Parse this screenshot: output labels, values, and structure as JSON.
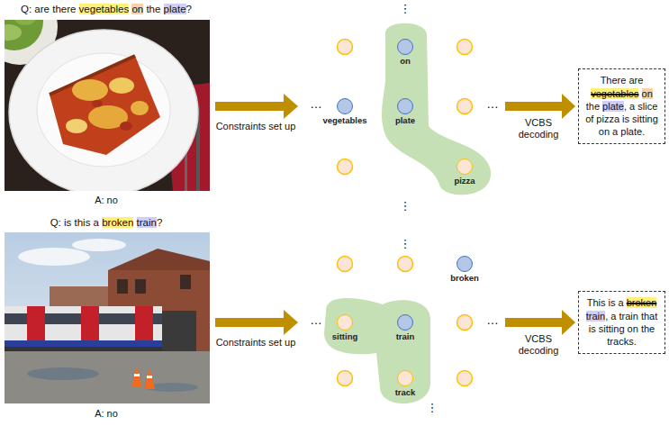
{
  "diagram": {
    "nodes": [
      {
        "text": [
          "on"
        ]
      },
      {
        "text": [
          "vegetables"
        ]
      },
      {
        "text": [
          "plate"
        ]
      },
      {
        "text": [
          "pizza"
        ]
      },
      {
        "text": [
          "There are vegetables on the plate, a slice of pizza is sitting on a plate."
        ]
      },
      {
        "text": [
          "broken"
        ]
      },
      {
        "text": [
          "sitting"
        ]
      },
      {
        "text": [
          "train"
        ]
      },
      {
        "text": [
          "track"
        ]
      },
      {
        "text": [
          "This is a broken train, a train that is sitting on the tracks."
        ]
      }
    ],
    "labels": [
      "Q: are there vegetables on the plate?",
      "A: no",
      "Constraints set up",
      "VCBS decoding",
      "⋮",
      "⋮",
      "…",
      "…",
      "Q: is this a broken train?",
      "A: no",
      "Constraints set up",
      "VCBS decoding",
      "⋮",
      "⋮",
      "…",
      "…"
    ]
  }
}
